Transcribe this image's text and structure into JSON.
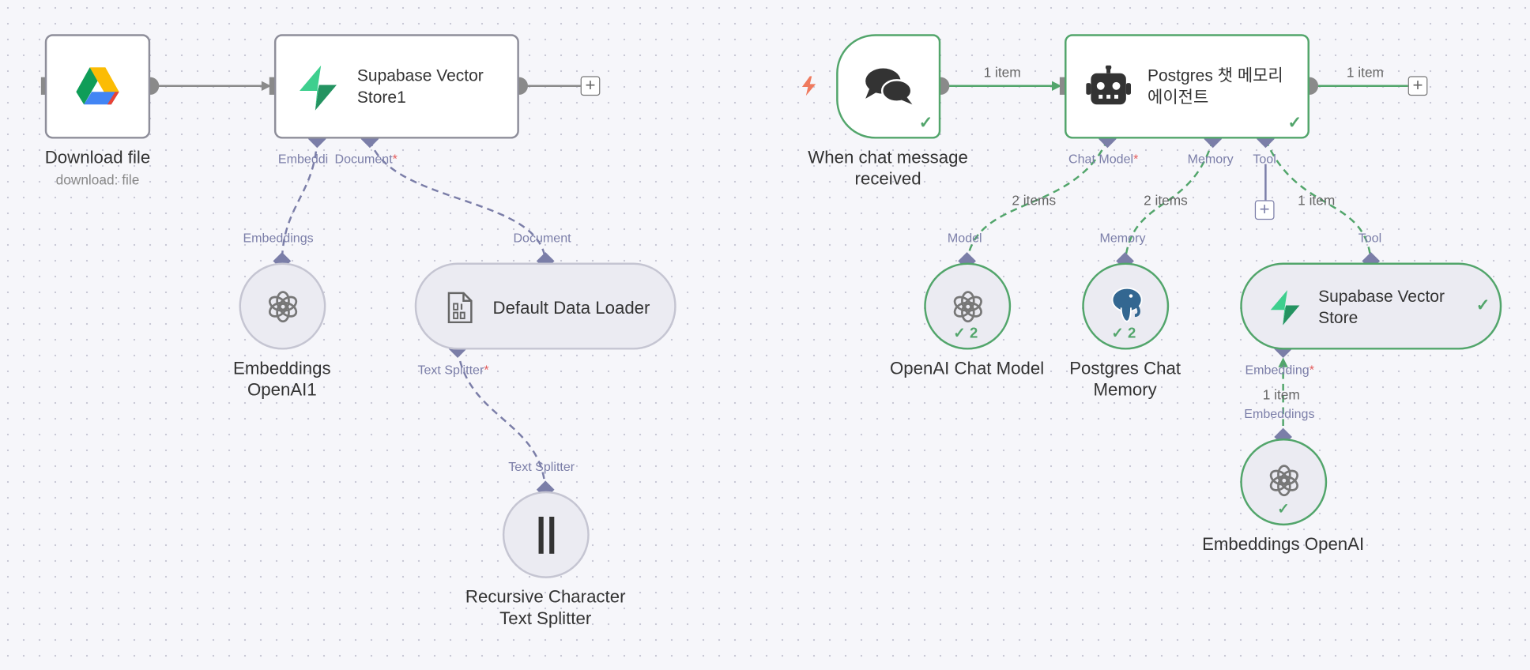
{
  "nodes": {
    "download_file": {
      "title": "Download file",
      "subtitle": "download: file",
      "icon": "google-drive-icon"
    },
    "supabase_store1": {
      "title": "Supabase Vector Store1",
      "icon": "supabase-icon"
    },
    "embeddings_openai1": {
      "title": "Embeddings OpenAI1",
      "icon": "openai-icon"
    },
    "default_data_loader": {
      "title": "Default Data Loader",
      "icon": "document-icon"
    },
    "text_splitter": {
      "title": "Recursive Character Text Splitter",
      "icon": "splitter-icon"
    },
    "chat_trigger": {
      "title": "When chat message received",
      "icon": "chat-bubbles-icon"
    },
    "agent": {
      "title": "Postgres 챗 메모리 에이전트",
      "icon": "robot-icon"
    },
    "openai_chat": {
      "title": "OpenAI Chat Model",
      "count": "2",
      "icon": "openai-icon"
    },
    "pg_memory": {
      "title": "Postgres Chat Memory",
      "count": "2",
      "icon": "postgres-icon"
    },
    "supabase_store": {
      "title": "Supabase Vector Store",
      "icon": "supabase-icon"
    },
    "embeddings_openai": {
      "title": "Embeddings OpenAI",
      "icon": "openai-icon"
    }
  },
  "ports": {
    "embeddings_in": "Embeddi",
    "document_in": "Document",
    "embeddings_out": "Embeddings",
    "document_out": "Document",
    "text_splitter_in": "Text Splitter",
    "text_splitter_out": "Text Splitter",
    "chat_model_in": "Chat Model",
    "memory_in": "Memory",
    "tool_in": "Tool",
    "model_out": "Model",
    "memory_out": "Memory",
    "tool_out": "Tool",
    "embedding_in": "Embedding",
    "embeddings_out2": "Embeddings",
    "required_mark": "*"
  },
  "edge_labels": {
    "trigger_to_agent": "1 item",
    "agent_out": "1 item",
    "chat_model": "2 items",
    "memory": "2 items",
    "tool": "1 item",
    "embedding": "1 item"
  },
  "plus_symbol": "+",
  "check_symbol": "✓",
  "colors": {
    "success": "#52a56b",
    "port": "#7b7ea8",
    "connection": "#8a8a8a",
    "required": "#e35a5a",
    "trigger_bolt": "#ef7a5e"
  }
}
